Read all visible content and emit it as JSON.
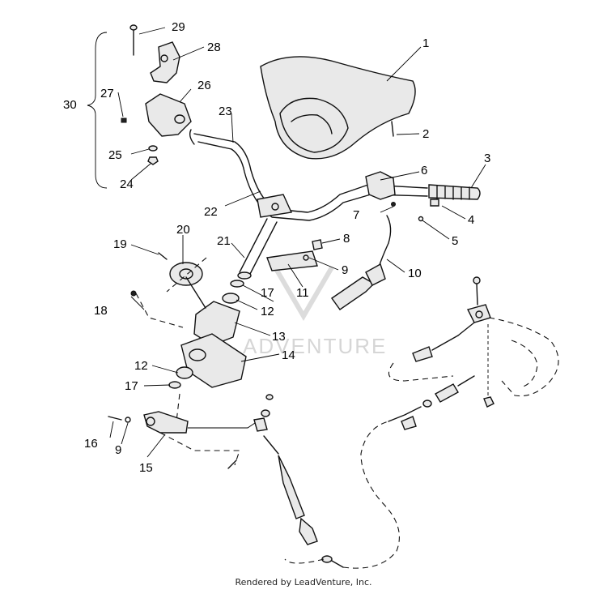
{
  "callouts": [
    "1",
    "2",
    "3",
    "4",
    "5",
    "6",
    "7",
    "8",
    "9",
    "9",
    "10",
    "11",
    "12",
    "12",
    "13",
    "14",
    "15",
    "16",
    "17",
    "17",
    "18",
    "19",
    "20",
    "21",
    "22",
    "23",
    "24",
    "25",
    "26",
    "27",
    "28",
    "29",
    "30"
  ],
  "watermark": "ADVENTURE",
  "credit": "Rendered by LeadVenture, Inc."
}
